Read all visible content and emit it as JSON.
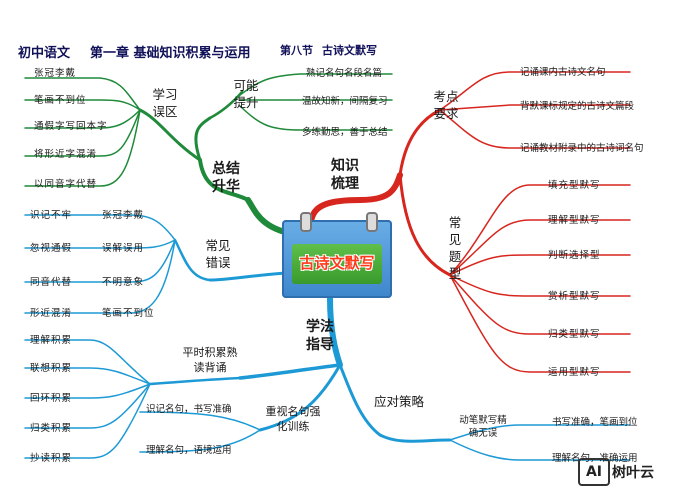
{
  "header": {
    "course": "初中语文",
    "chapter": "第一章 基础知识积累与运用",
    "section": "第八节",
    "topic": "古诗文默写"
  },
  "center": {
    "title": "古诗文默写"
  },
  "xuexi_wuqu": {
    "label": "学习误区",
    "items": [
      "张冠李戴",
      "笔画不到位",
      "通假字写回本字",
      "将形近字混淆",
      "以同音字代替"
    ]
  },
  "zongjie": {
    "label": "总结升华",
    "kaineng": "可能提升",
    "items": [
      "熟记名句名段名篇",
      "温故知新，间隔复习",
      "多练勤思，善于总结"
    ]
  },
  "zhishi": {
    "label": "知识梳理"
  },
  "kaodian": {
    "label": "考点要求",
    "items": [
      "记诵课内古诗文名句",
      "背默课标规定的古诗文篇段",
      "记诵教材附录中的古诗词名句"
    ]
  },
  "tixing": {
    "label": "常见题型",
    "items": [
      "填充型默写",
      "理解型默写",
      "判断选择型",
      "赏析型默写",
      "归类型默写",
      "运用型默写"
    ]
  },
  "cuowu": {
    "label": "常见错误",
    "pairs": [
      {
        "error": "识记不牢",
        "result": "张冠李戴"
      },
      {
        "error": "忽视通假",
        "result": "误解误用"
      },
      {
        "error": "同音代替",
        "result": "不明意象"
      },
      {
        "error": "形近混淆",
        "result": "笔画不到位"
      }
    ]
  },
  "xuefa": {
    "label": "学法指导"
  },
  "pingshi": {
    "label": "平时积累熟读背诵",
    "items": [
      "理解积累",
      "联想积累",
      "回环积累",
      "归类积累",
      "抄读积累"
    ]
  },
  "zhongshi": {
    "label": "重视名句强化训练",
    "items": [
      "识记名句，书写准确",
      "理解名句，语境运用"
    ]
  },
  "yingdui": {
    "label": "应对策略",
    "sub": "动笔默写精确无误",
    "items": [
      "书写准确，笔画到位",
      "理解名句，准确运用"
    ]
  },
  "watermark": {
    "badge": "AI",
    "name": "树叶云"
  },
  "colors": {
    "green": "#1f8a3a",
    "red": "#d7261e",
    "blue": "#1d9ad6"
  }
}
